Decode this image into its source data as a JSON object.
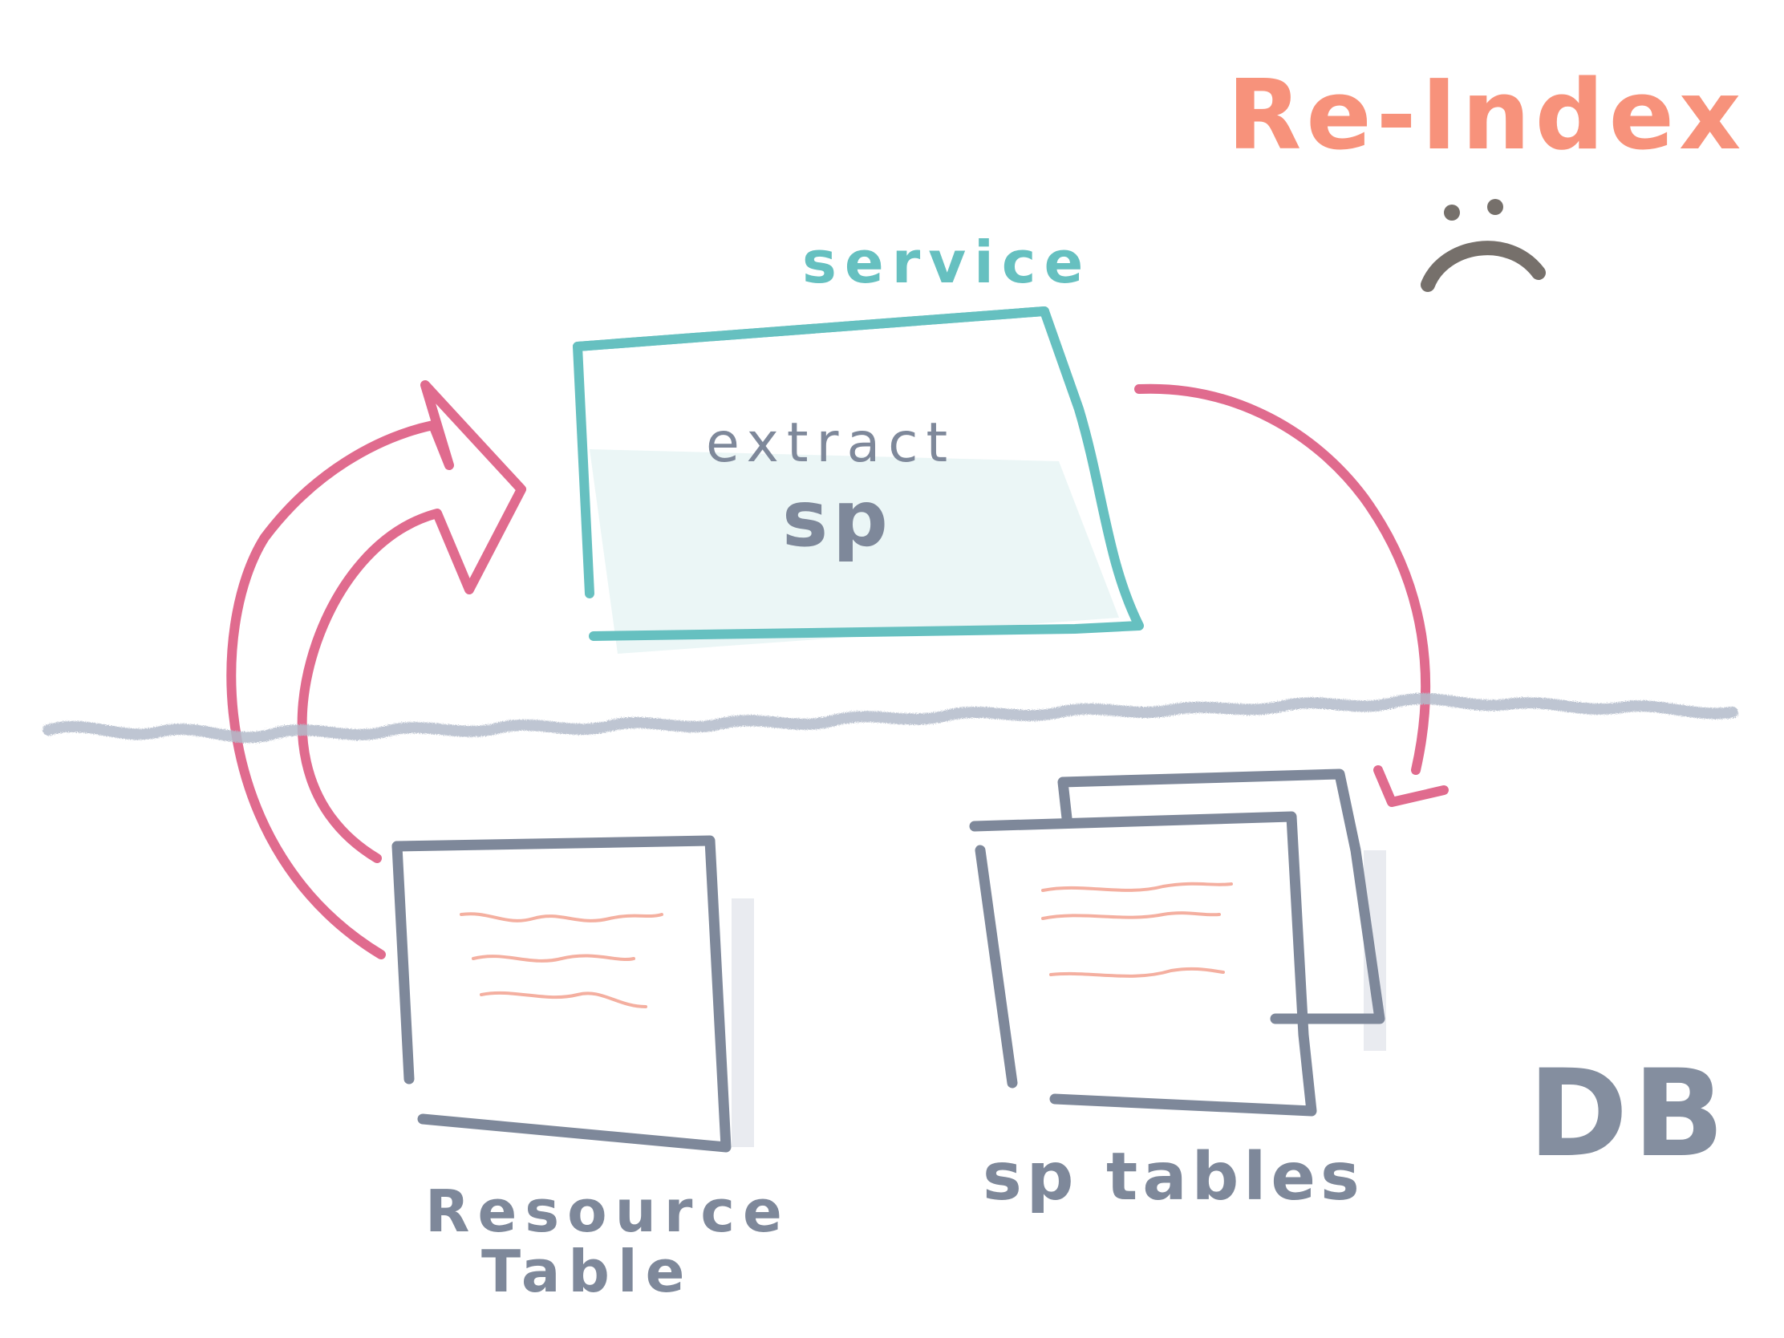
{
  "title": "Re-Index",
  "mood_glyph": "sad-face",
  "service": {
    "label": "service",
    "line1": "extract",
    "line2": "sp"
  },
  "resource_table": {
    "line1": "Resource",
    "line2": "Table"
  },
  "sp_tables": {
    "label": "sp tables"
  },
  "db_label": "DB",
  "colors": {
    "title": "#f7876d",
    "service": "#66c0c0",
    "arrow": "#e06b8e",
    "ink": "#7e889a",
    "wave": "#b3bccb",
    "doc_lines": "#f3a796",
    "face": "#76706b"
  }
}
